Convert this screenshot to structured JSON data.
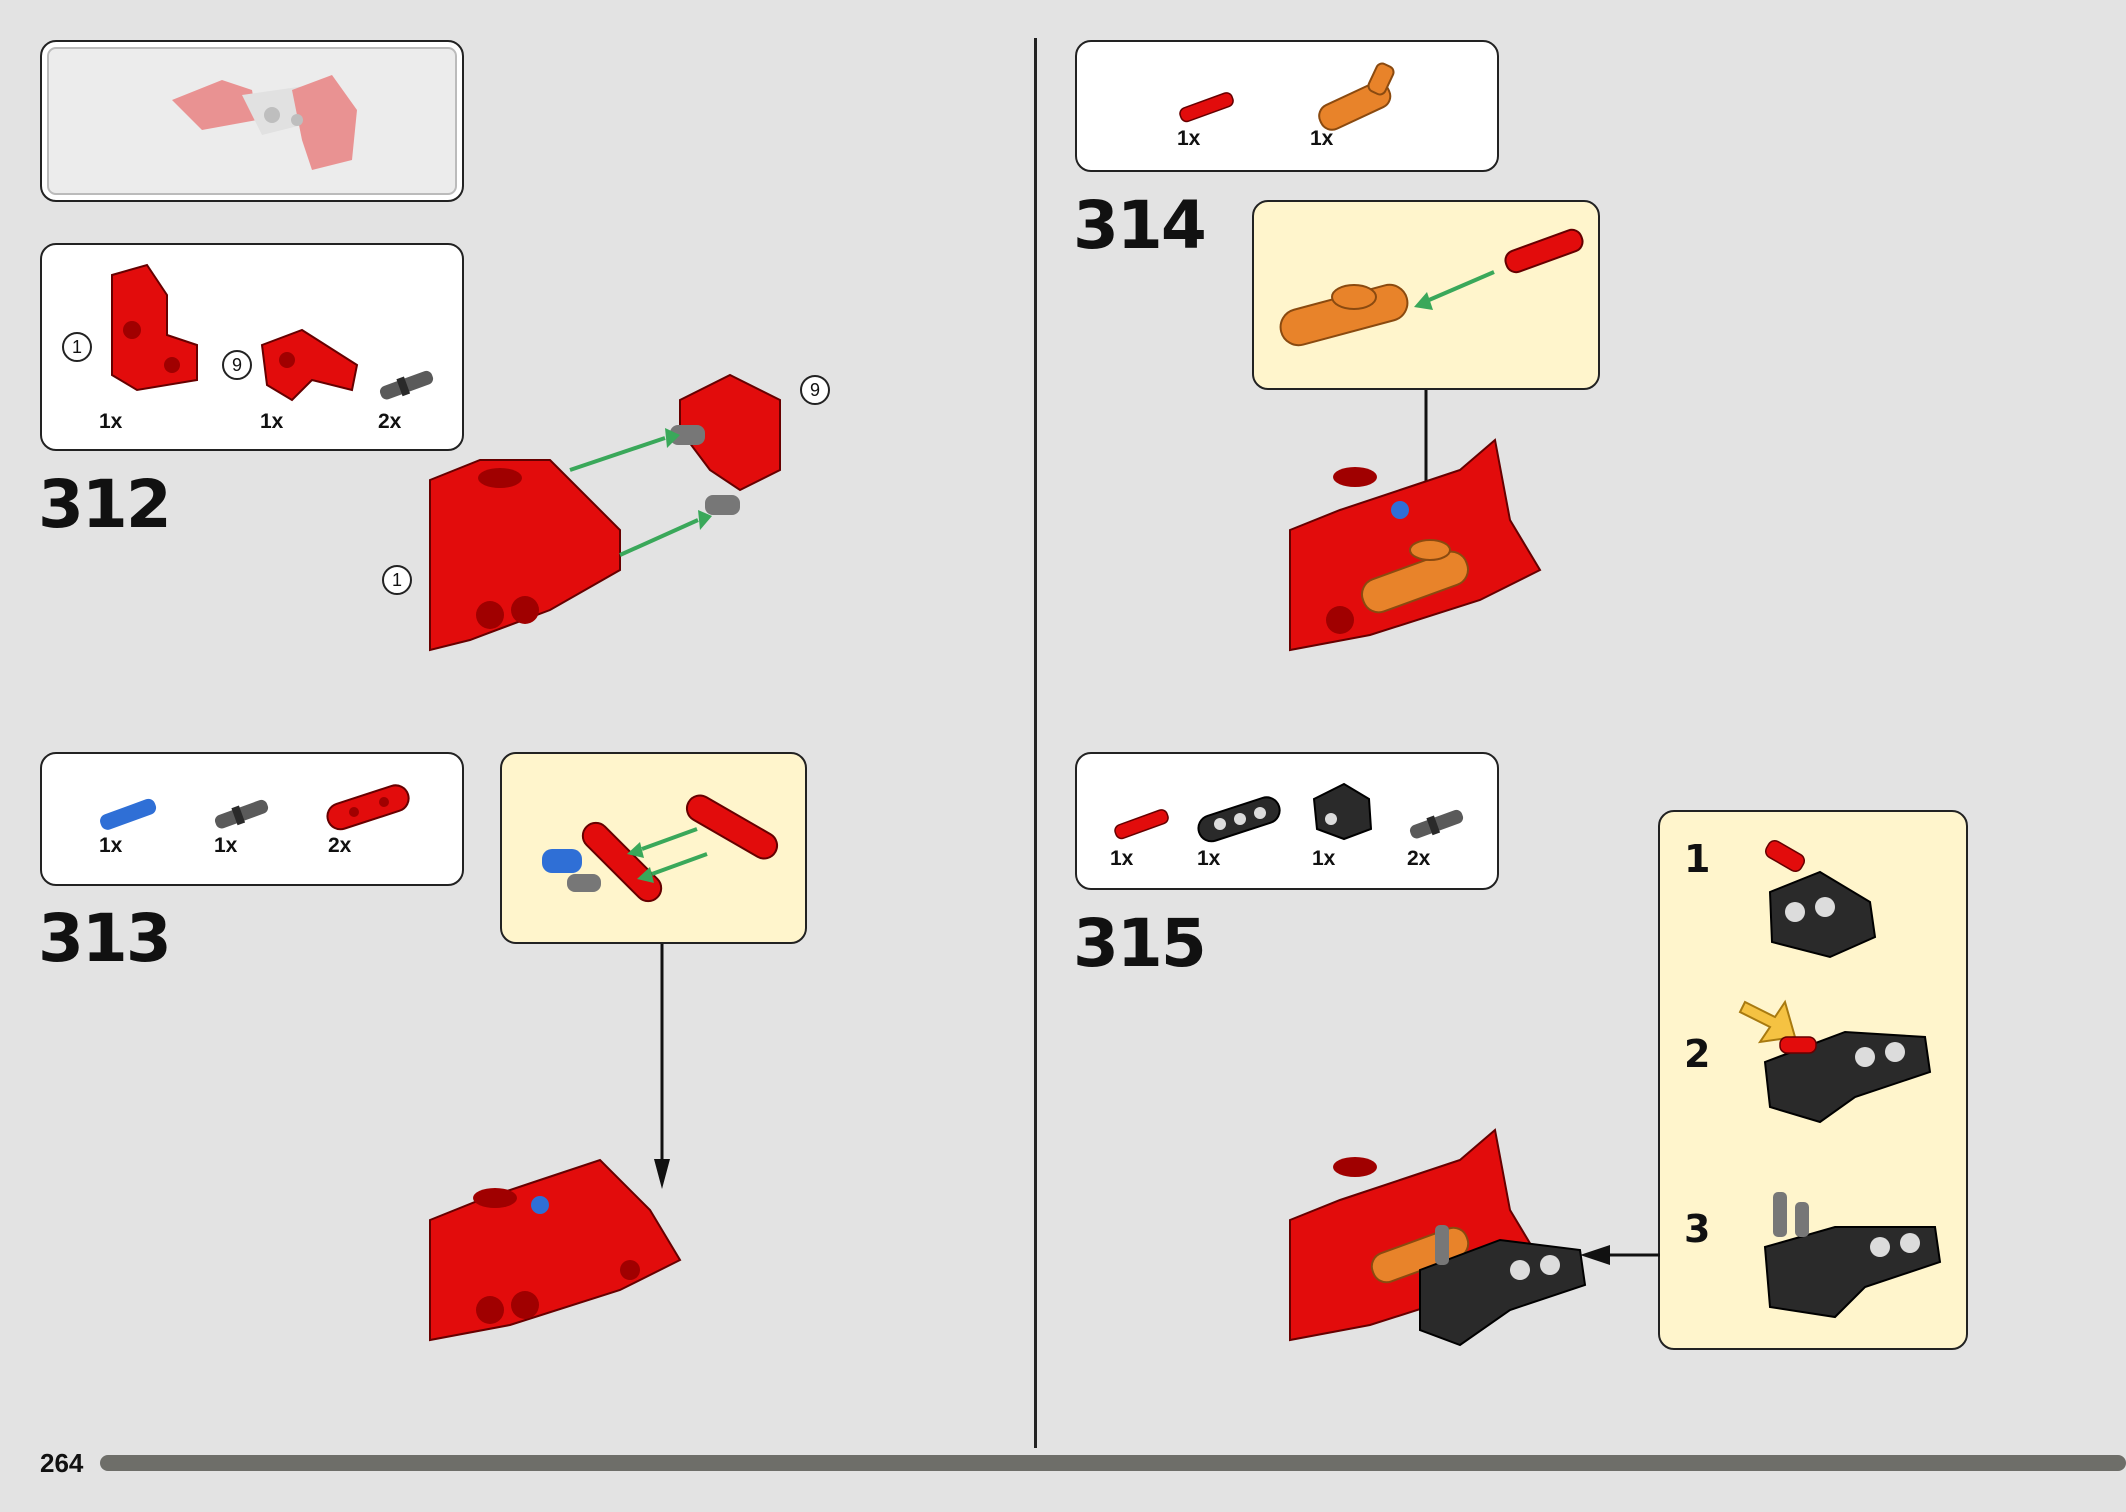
{
  "page": {
    "number": "264"
  },
  "steps": {
    "s312": {
      "number": "312",
      "parts": [
        {
          "qty": "1x"
        },
        {
          "qty": "1x"
        },
        {
          "qty": "2x"
        }
      ],
      "callouts": [
        "1",
        "9"
      ]
    },
    "s313": {
      "number": "313",
      "parts": [
        {
          "qty": "1x"
        },
        {
          "qty": "1x"
        },
        {
          "qty": "2x"
        }
      ]
    },
    "s314": {
      "number": "314",
      "parts": [
        {
          "qty": "1x"
        },
        {
          "qty": "1x"
        }
      ]
    },
    "s315": {
      "number": "315",
      "parts": [
        {
          "qty": "1x"
        },
        {
          "qty": "1x"
        },
        {
          "qty": "1x"
        },
        {
          "qty": "2x"
        }
      ],
      "substeps": [
        "1",
        "2",
        "3"
      ]
    }
  },
  "colors": {
    "red": "#e20c0c",
    "dark_red": "#a00000",
    "orange": "#e8832a",
    "blue": "#2f6fd6",
    "black_part": "#2a2a2a",
    "arrow_green": "#3aa85a",
    "background": "#e3e3e3",
    "cream": "#fff5cc",
    "progress_bar": "#6e6e69"
  }
}
